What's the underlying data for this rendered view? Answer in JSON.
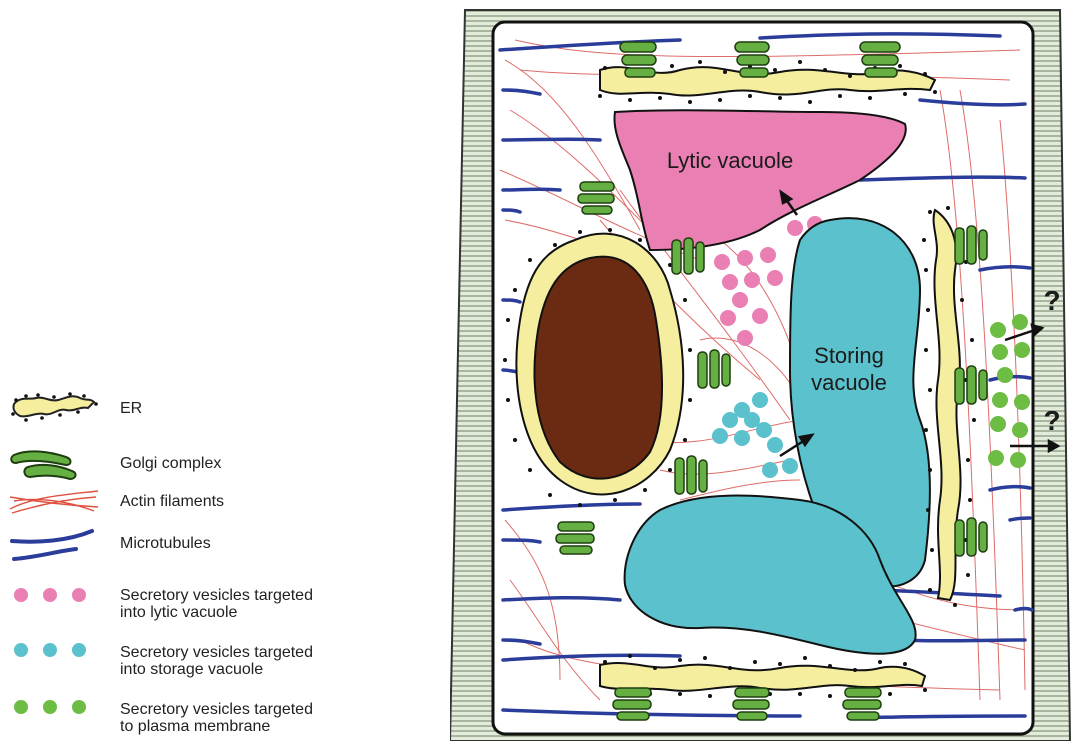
{
  "legend": {
    "items": [
      {
        "symbol": "er-icon",
        "label": "ER"
      },
      {
        "symbol": "golgi-icon",
        "label": "Golgi complex"
      },
      {
        "symbol": "actin-icon",
        "label": "Actin filaments"
      },
      {
        "symbol": "microtubule-icon",
        "label": "Microtubules"
      },
      {
        "symbol": "pink-vesicle-icon",
        "label": "Secretory vesicles targeted\ninto lytic vacuole"
      },
      {
        "symbol": "blue-vesicle-icon",
        "label": "Secretory vesicles targeted\ninto storage vacuole"
      },
      {
        "symbol": "green-vesicle-icon",
        "label": "Secretory vesicles targeted\nto plasma membrane"
      }
    ]
  },
  "diagram": {
    "lytic_vacuole_label": "Lytic vacuole",
    "storing_vacuole_label_line1": "Storing",
    "storing_vacuole_label_line2": "vacuole",
    "question_mark_1": "?",
    "question_mark_2": "?"
  },
  "colors": {
    "er": "#f5ee9e",
    "golgi": "#66b043",
    "actin": "#d9534f",
    "microtubule": "#2a3d9a",
    "lytic": "#e97fb3",
    "storage": "#5bc1cc",
    "green_vesicle": "#6dbd45",
    "nucleus": "#6b2a12",
    "wall": "#d6e4cc"
  }
}
